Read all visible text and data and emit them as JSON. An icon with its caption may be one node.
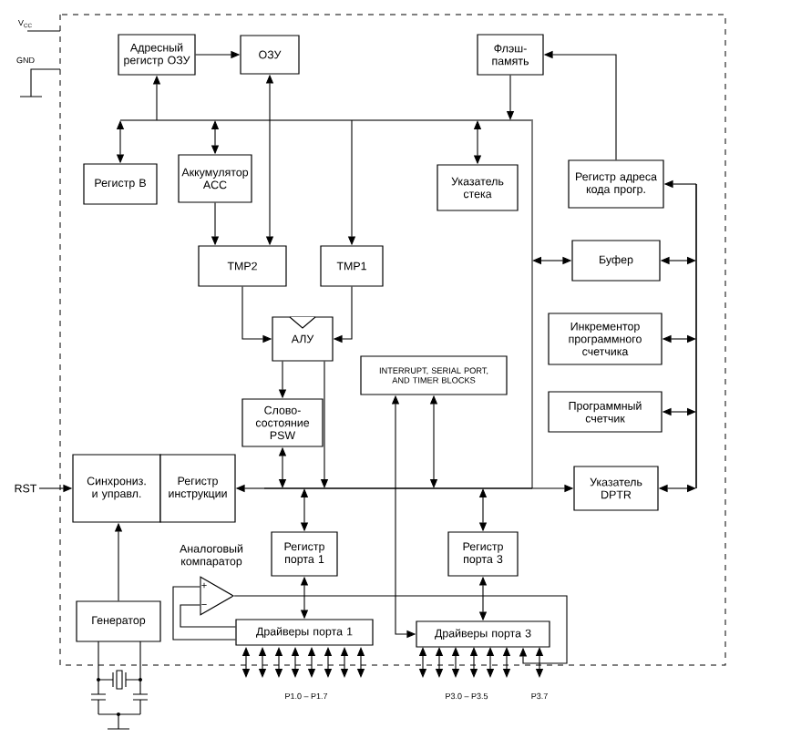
{
  "diagram": {
    "nodes": [
      {
        "text": [
          "Адресный регистр ОЗУ"
        ]
      },
      {
        "text": [
          "ОЗУ"
        ]
      },
      {
        "text": [
          "Флэш-память"
        ]
      },
      {
        "text": [
          "Регистр B"
        ]
      },
      {
        "text": [
          "Аккумулятор ACC"
        ]
      },
      {
        "text": [
          "Указатель стека"
        ]
      },
      {
        "text": [
          "Регистр адреса кода прогр."
        ]
      },
      {
        "text": [
          "TMP2"
        ]
      },
      {
        "text": [
          "TMP1"
        ]
      },
      {
        "text": [
          "Буфер"
        ]
      },
      {
        "text": [
          "АЛУ"
        ]
      },
      {
        "text": [
          "Инкрементор программного счетчика"
        ]
      },
      {
        "text": [
          "Слово-состояние PSW"
        ]
      },
      {
        "text": [
          "INTERRUPT, SERIAL PORT, AND TIMER BLOCKS"
        ]
      },
      {
        "text": [
          "Программный счетчик"
        ]
      },
      {
        "text": [
          "RST"
        ]
      },
      {
        "text": [
          "Синхрониз. и управл."
        ]
      },
      {
        "text": [
          "Регистр инструкции"
        ]
      },
      {
        "text": [
          "Указатель DPTR"
        ]
      },
      {
        "text": [
          "Регистр порта 1"
        ]
      },
      {
        "text": [
          "Регистр порта 3"
        ]
      },
      {
        "text": [],
        "shape": "triangle",
        "beside": [
          "Аналоговый компаратор"
        ]
      },
      {
        "text": [
          "Генератор"
        ]
      },
      {
        "text": [
          "Драйверы порта 1"
        ]
      },
      {
        "text": [
          "Драйверы порта 3"
        ]
      }
    ],
    "edges": [
      {
        "from": 0,
        "to": 1,
        "arrow": "to"
      },
      {
        "from": null,
        "to": 0,
        "arrow": "to"
      },
      {
        "from": 1,
        "to": 7,
        "arrow": "both"
      },
      {
        "from": null,
        "to": 3,
        "arrow": "both"
      },
      {
        "from": null,
        "to": 4,
        "arrow": "both"
      },
      {
        "from": 4,
        "to": 7,
        "arrow": "to"
      },
      {
        "from": null,
        "to": 8,
        "arrow": "to"
      },
      {
        "from": 2,
        "to": null,
        "arrow": "to"
      },
      {
        "from": null,
        "to": 5,
        "arrow": "both"
      },
      {
        "from": 6,
        "to": 2,
        "arrow": "to"
      },
      {
        "from": null,
        "to": 9,
        "arrow": "both"
      },
      {
        "from": null,
        "to": 6,
        "arrow": "to"
      },
      {
        "from": null,
        "to": 9,
        "arrow": "both"
      },
      {
        "from": null,
        "to": 11,
        "arrow": "both"
      },
      {
        "from": null,
        "to": 14,
        "arrow": "both"
      },
      {
        "from": null,
        "to": 18,
        "arrow": "both"
      },
      {
        "from": 7,
        "to": 10,
        "arrow": "to"
      },
      {
        "from": 8,
        "to": 10,
        "arrow": "to"
      },
      {
        "from": 10,
        "to": 12,
        "arrow": "to"
      },
      {
        "from": 10,
        "to": null,
        "arrow": "to"
      },
      {
        "from": null,
        "to": 12,
        "arrow": "both"
      },
      {
        "from": null,
        "to": 13,
        "arrow": "both"
      },
      {
        "from": 13,
        "to": 24,
        "arrow": "both"
      },
      {
        "from": null,
        "to": 17,
        "arrow": "to"
      },
      {
        "from": null,
        "to": 18,
        "arrow": "to"
      },
      {
        "from": null,
        "to": 19,
        "arrow": "both"
      },
      {
        "from": 19,
        "to": 23,
        "arrow": "both"
      },
      {
        "from": null,
        "to": 20,
        "arrow": "both"
      },
      {
        "from": 20,
        "to": 24,
        "arrow": "both"
      },
      {
        "from": 22,
        "to": 16,
        "arrow": "to"
      },
      {
        "from": 15,
        "to": 16,
        "arrow": "to"
      },
      {
        "from": 21,
        "to": 24,
        "arrow": "to"
      },
      {
        "from": 23,
        "to": 21,
        "arrow": "none"
      },
      {
        "from": 23,
        "to": 21,
        "arrow": "none"
      }
    ],
    "labels": [
      "V$_{CC}$",
      "GND",
      "+",
      "−",
      "P1.0 – P1.7",
      "P3.0 – P3.5",
      "P3.7"
    ]
  }
}
